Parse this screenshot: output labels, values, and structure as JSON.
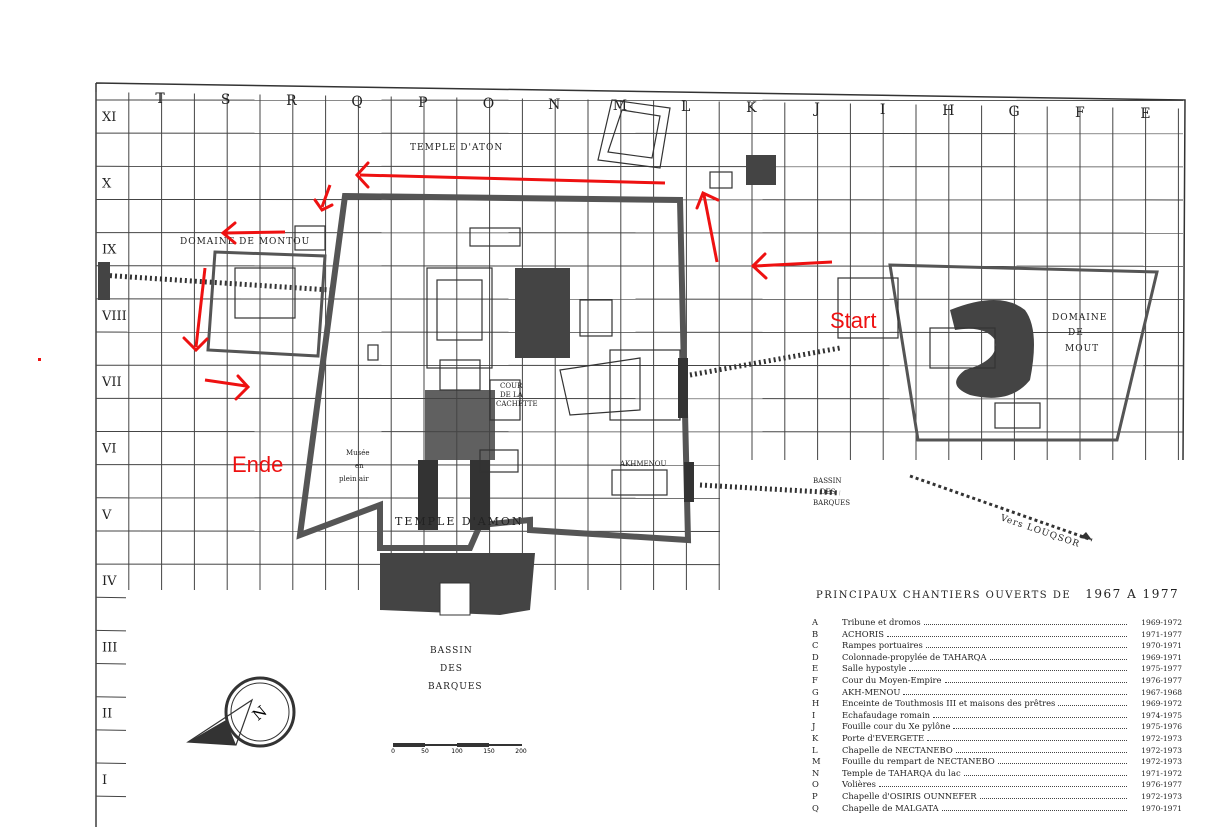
{
  "columns": [
    "T",
    "S",
    "R",
    "Q",
    "P",
    "O",
    "N",
    "M",
    "L",
    "K",
    "J",
    "I",
    "H",
    "G",
    "F",
    "E"
  ],
  "rows": [
    "XI",
    "X",
    "IX",
    "VIII",
    "VII",
    "VI",
    "V",
    "IV",
    "III",
    "II",
    "I"
  ],
  "places": {
    "temple_aton": "TEMPLE D'ATON",
    "domaine_montou": "DOMAINE DE MONTOU",
    "domaine_mout": [
      "DOMAINE",
      "DE",
      "MOUT"
    ],
    "temple_amon": "TEMPLE D'AMON",
    "musee": [
      "Musée",
      "en",
      "plein air"
    ],
    "bassin_barques": [
      "BASSIN",
      "DES",
      "BARQUES"
    ],
    "bassin_small": [
      "BASSIN",
      "DES",
      "BARQUES"
    ],
    "vers_louqsor": "Vers LOUQSOR",
    "akhmenou": "AKHMENOU",
    "cour_cachette": [
      "COUR",
      "DE LA",
      "CACHETTE"
    ]
  },
  "annotations": {
    "start": "Start",
    "ende": "Ende"
  },
  "scale_ticks": [
    "0",
    "50",
    "100",
    "150",
    "200"
  ],
  "legend": {
    "title": "PRINCIPAUX CHANTIERS OUVERTS DE",
    "years": "1967 A 1977",
    "items": [
      {
        "key": "A",
        "desc": "Tribune et dromos",
        "years": "1969-1972"
      },
      {
        "key": "B",
        "desc": "ACHORIS",
        "years": "1971-1977"
      },
      {
        "key": "C",
        "desc": "Rampes portuaires",
        "years": "1970-1971"
      },
      {
        "key": "D",
        "desc": "Colonnade-propylée de TAHARQA",
        "years": "1969-1971"
      },
      {
        "key": "E",
        "desc": "Salle hypostyle",
        "years": "1975-1977"
      },
      {
        "key": "F",
        "desc": "Cour du Moyen-Empire",
        "years": "1976-1977"
      },
      {
        "key": "G",
        "desc": "AKH-MENOU",
        "years": "1967-1968"
      },
      {
        "key": "H",
        "desc": "Enceinte de Touthmosis III et maisons des prêtres",
        "years": "1969-1972"
      },
      {
        "key": "I",
        "desc": "Echafaudage romain",
        "years": "1974-1975"
      },
      {
        "key": "J",
        "desc": "Fouille cour du Xe pylône",
        "years": "1975-1976"
      },
      {
        "key": "K",
        "desc": "Porte d'EVERGETE",
        "years": "1972-1973"
      },
      {
        "key": "L",
        "desc": "Chapelle de NECTANEBO",
        "years": "1972-1973"
      },
      {
        "key": "M",
        "desc": "Fouille du rempart de NECTANEBO",
        "years": "1972-1973"
      },
      {
        "key": "N",
        "desc": "Temple de TAHARQA du lac",
        "years": "1971-1972"
      },
      {
        "key": "O",
        "desc": "Volières",
        "years": "1976-1977"
      },
      {
        "key": "P",
        "desc": "Chapelle d'OSIRIS OUNNEFER",
        "years": "1972-1973"
      },
      {
        "key": "Q",
        "desc": "Chapelle de MALGATA",
        "years": "1970-1971"
      }
    ]
  },
  "colors": {
    "arrows": "#ee1111",
    "ink": "#333333"
  },
  "icons": {
    "compass": "compass-rose-icon",
    "compass_letter": "N"
  }
}
